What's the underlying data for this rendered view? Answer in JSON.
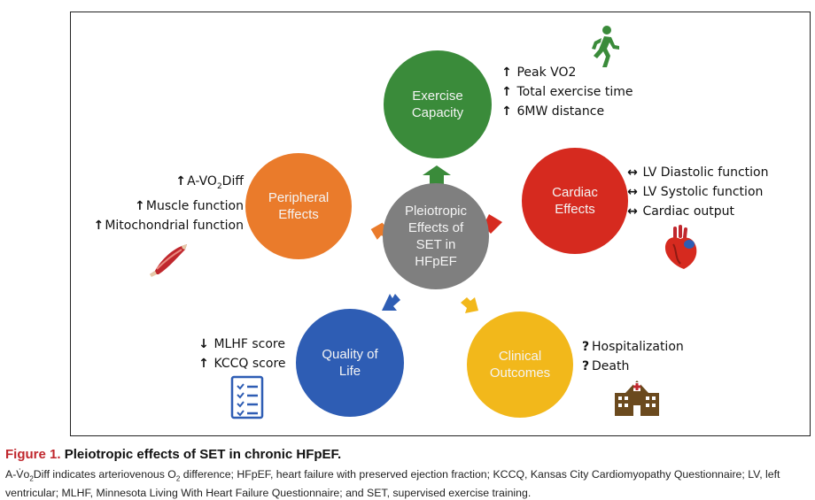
{
  "nodes": {
    "center": {
      "label": "Pleiotropic\nEffects of\nSET in\nHFpEF",
      "color": "#7f7f7f"
    },
    "exercise": {
      "label": "Exercise\nCapacity",
      "color": "#3a8b3a"
    },
    "cardiac": {
      "label": "Cardiac\nEffects",
      "color": "#d62a1f"
    },
    "peripheral": {
      "label": "Peripheral\nEffects",
      "color": "#ea7b2b"
    },
    "quality": {
      "label": "Quality of\nLife",
      "color": "#2e5db4"
    },
    "clinical": {
      "label": "Clinical\nOutcomes",
      "color": "#f2b81b"
    }
  },
  "notes": {
    "exercise": [
      {
        "sym": "↑",
        "text": "Peak VO2"
      },
      {
        "sym": "↑",
        "text": "Total exercise time"
      },
      {
        "sym": "↑",
        "text": "6MW distance"
      }
    ],
    "cardiac": [
      {
        "sym": "↔",
        "text": "LV Diastolic function"
      },
      {
        "sym": "↔",
        "text": "LV Systolic function"
      },
      {
        "sym": "↔",
        "text": "Cardiac output"
      }
    ],
    "peripheral": [
      {
        "sym": "↑",
        "text_pre": "A-VO",
        "sub": "2",
        "text_post": "Diff"
      },
      {
        "sym": "↑",
        "text": "Muscle function"
      },
      {
        "sym": "↑",
        "text": "Mitochondrial function"
      }
    ],
    "quality": [
      {
        "sym": "↓",
        "text": "MLHF score"
      },
      {
        "sym": "↑",
        "text": "KCCQ score"
      }
    ],
    "clinical": [
      {
        "sym": "?",
        "text": "Hospitalization"
      },
      {
        "sym": "?",
        "text": "Death"
      }
    ]
  },
  "icons": {
    "exercise": "walking-person-icon",
    "cardiac": "heart-icon",
    "peripheral": "muscle-icon",
    "quality": "checklist-icon",
    "clinical": "hospital-icon"
  },
  "caption": {
    "figure_label": "Figure 1.",
    "title": "Pleiotropic effects of SET in chronic HFpEF.",
    "body_pre": "A-V̇o",
    "body_sub1": "2",
    "body_mid": "Diff indicates arteriovenous O",
    "body_sub2": "2",
    "body_post": " difference; HFpEF, heart failure with preserved ejection fraction; KCCQ, Kansas City Cardiomyopathy Questionnaire; LV, left ventricular; MLHF, Minnesota Living With Heart Failure Questionnaire; and SET, supervised exercise training."
  }
}
